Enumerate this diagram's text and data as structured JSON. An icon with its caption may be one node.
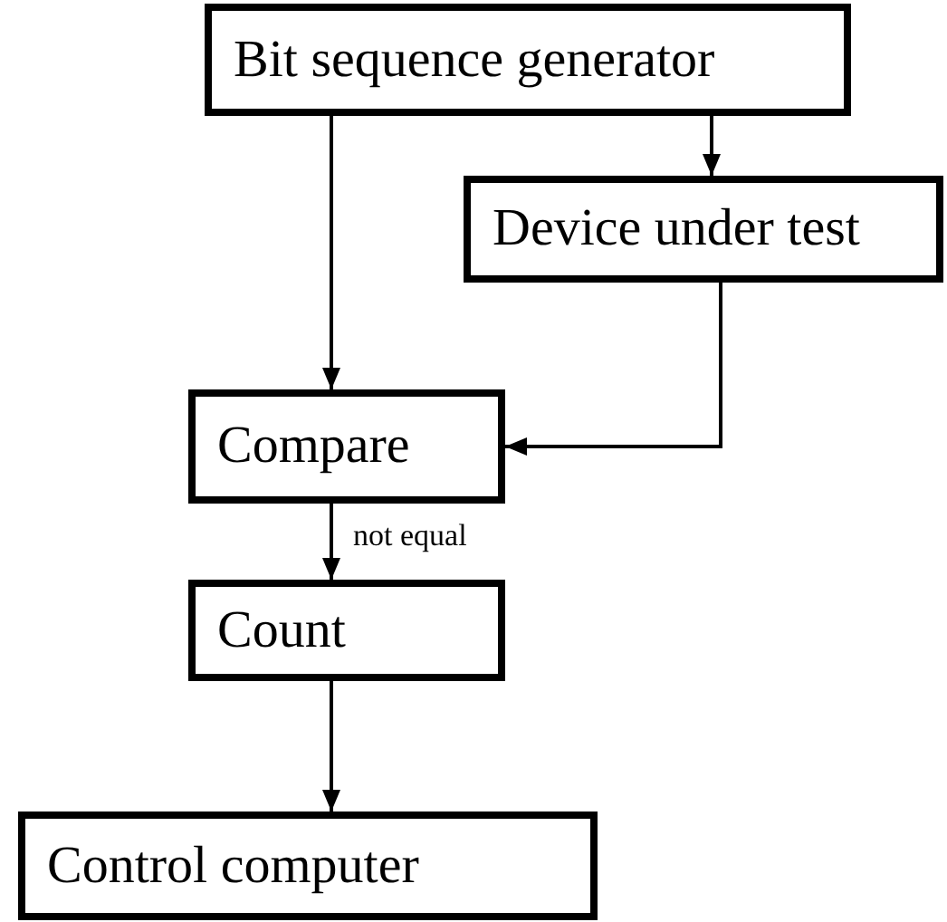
{
  "diagram": {
    "nodes": [
      {
        "text": [
          "Bit sequence generator"
        ]
      },
      {
        "text": [
          "Device under test"
        ]
      },
      {
        "text": [
          "Compare"
        ]
      },
      {
        "text": [
          "Count"
        ]
      },
      {
        "text": [
          "Control computer"
        ]
      }
    ],
    "edges": [
      {
        "from": 0,
        "to": 2,
        "arrow": "to"
      },
      {
        "from": 0,
        "to": 1,
        "arrow": "to"
      },
      {
        "from": 1,
        "to": 2,
        "arrow": "to"
      },
      {
        "from": 2,
        "to": 3,
        "arrow": "to",
        "label": "not equal"
      },
      {
        "from": 3,
        "to": 4,
        "arrow": "to"
      }
    ]
  }
}
